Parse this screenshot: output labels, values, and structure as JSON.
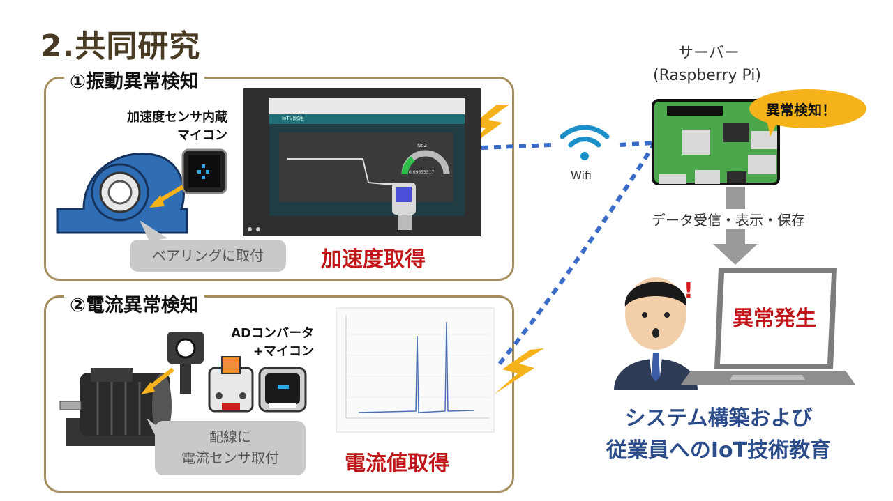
{
  "title": "2.共同研究",
  "section1": {
    "heading": "①振動異常検知",
    "device_label_line1": "加速度センサ内蔵",
    "device_label_line2": "マイコン",
    "mount_tag": "ベアリングに取付",
    "caption": "加速度取得",
    "screen_tab": "IoT研修用",
    "gauge_label": "No2",
    "gauge_value": "0.09653517"
  },
  "section2": {
    "heading": "②電流異常検知",
    "device_label_line1": "ADコンバータ",
    "device_label_line2": "+マイコン",
    "mount_tag_line1": "配線に",
    "mount_tag_line2": "電流センサ取付",
    "caption": "電流値取得"
  },
  "network": {
    "wifi_label": "Wifi"
  },
  "server": {
    "label_line1": "サーバー",
    "label_line2": "(Raspberry Pi)",
    "bubble": "異常検知！",
    "flow_label": "データ受信・表示・保存"
  },
  "alert": {
    "screen_text": "異常発生",
    "exclamation": "!"
  },
  "outcome": {
    "line1": "システム構築および",
    "line2": "従業員へのIoT技術教育"
  },
  "colors": {
    "title": "#4a3b24",
    "panel_border": "#a68d5c",
    "red_caption": "#c0181a",
    "blue_caption": "#2d4c8a",
    "wifi": "#1b8fc8",
    "bolt": "#f6b21a",
    "bearing_blue": "#2f6db5"
  }
}
